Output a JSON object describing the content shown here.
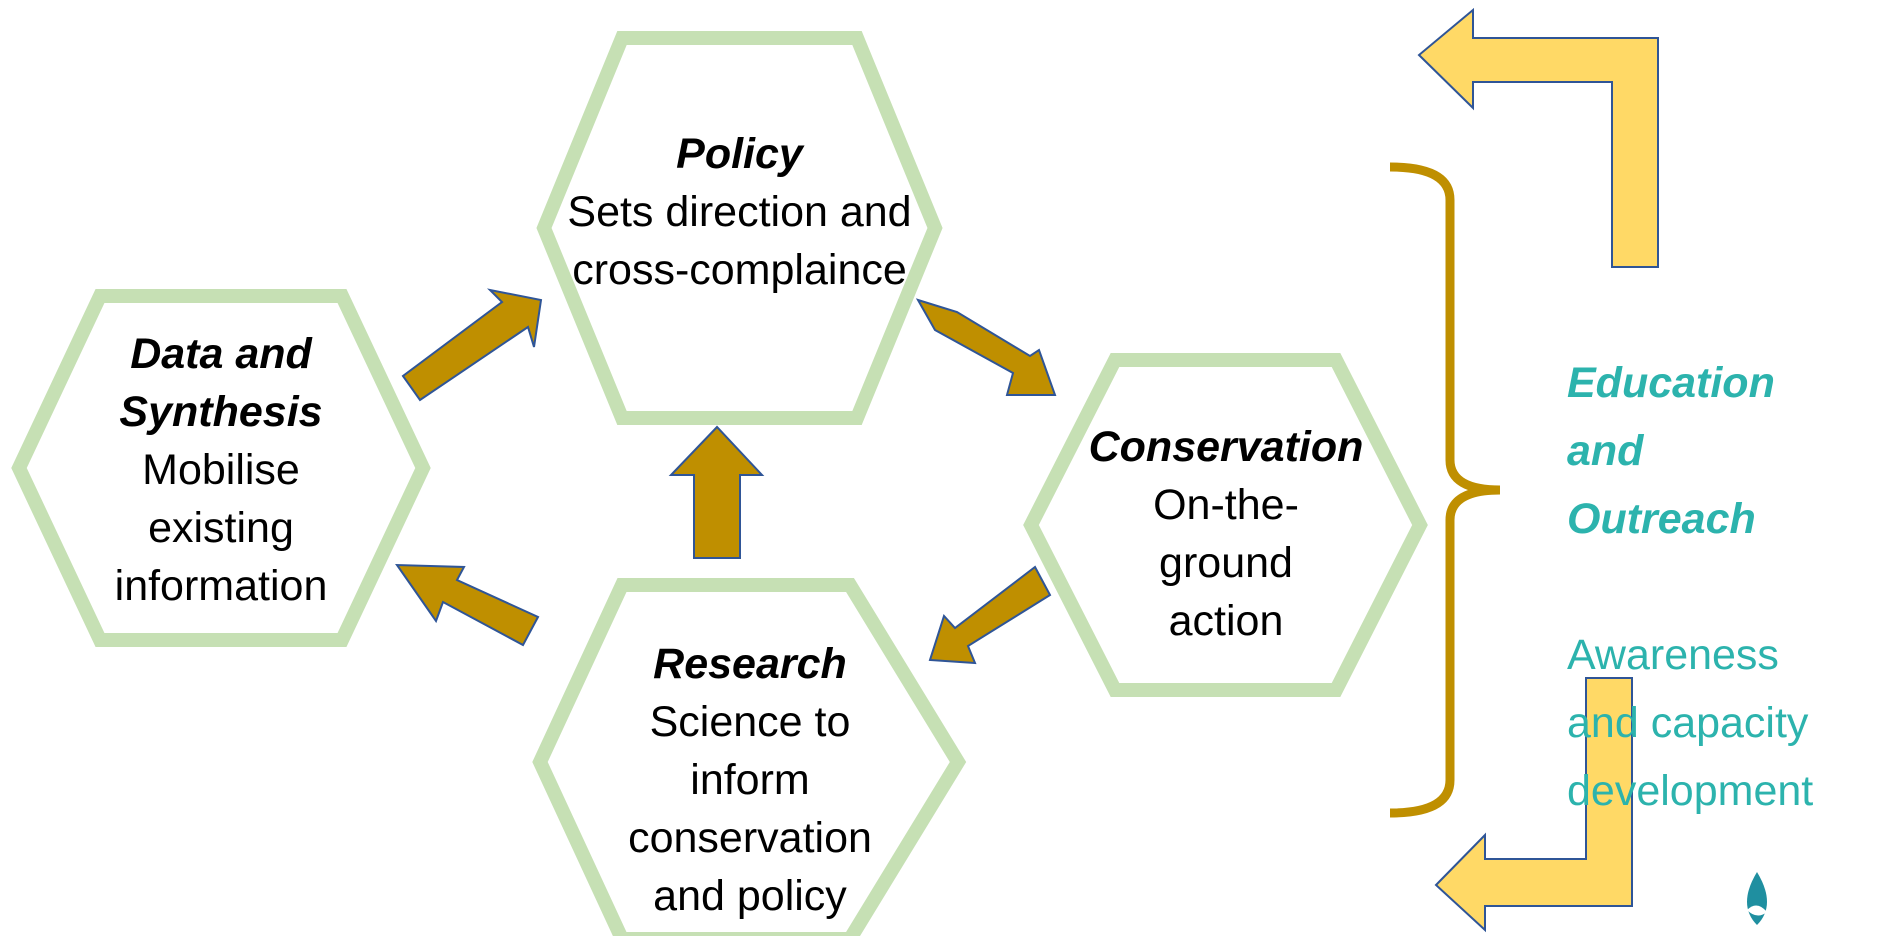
{
  "colors": {
    "hex_border": "#c6e0b4",
    "arrow_fill": "#bf8f00",
    "arrow_stroke": "#2f5597",
    "yellow_arrow": "#ffd966",
    "bracket": "#bf8f00",
    "outreach_text": "#2cb3ad",
    "logo": "#1f8fa0"
  },
  "nodes": {
    "policy": {
      "title": "Policy",
      "desc": "Sets direction and\ncross-complaince"
    },
    "data": {
      "title": "Data and Synthesis",
      "desc": "Mobilise\nexisting\ninformation"
    },
    "conservation": {
      "title": "Conservation",
      "desc": "On-the-\nground\naction"
    },
    "research": {
      "title": "Research",
      "desc": "Science to\ninform\nconservation\nand policy"
    }
  },
  "outreach": {
    "title": "Education\nand\nOutreach",
    "desc": "Awareness\nand capacity\ndevelopment"
  },
  "icons": [
    "arrow-icon",
    "curved-return-arrow-icon",
    "bracket-icon",
    "logo-icon"
  ]
}
